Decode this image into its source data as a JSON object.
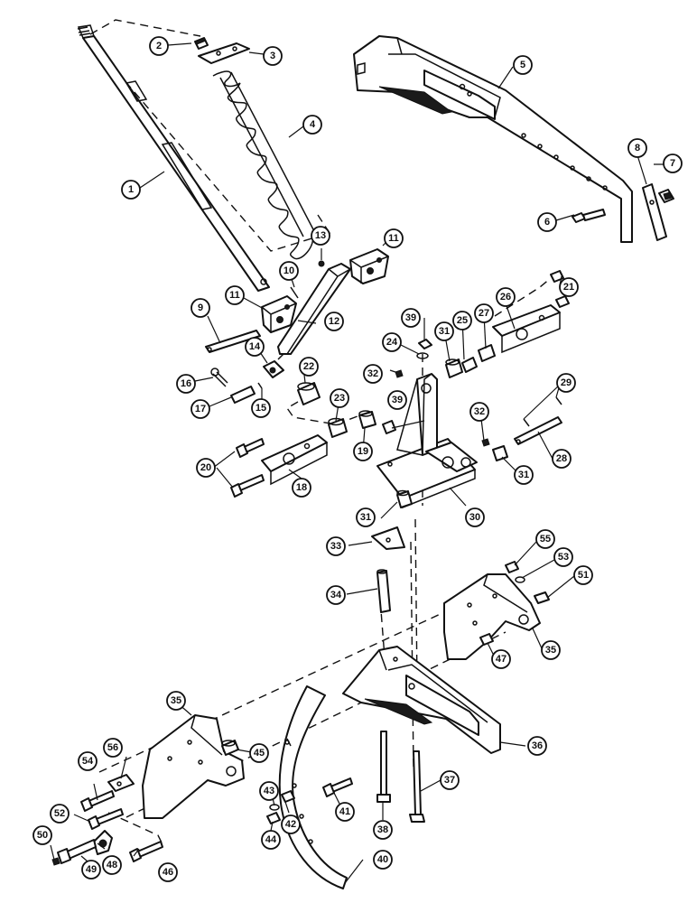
{
  "callouts": {
    "c1": "1",
    "c2": "2",
    "c3": "3",
    "c4": "4",
    "c5": "5",
    "c6": "6",
    "c7": "7",
    "c8": "8",
    "c9": "9",
    "c10": "10",
    "c11a": "11",
    "c11b": "11",
    "c12": "12",
    "c13": "13",
    "c14": "14",
    "c15": "15",
    "c16": "16",
    "c17": "17",
    "c18": "18",
    "c19": "19",
    "c20": "20",
    "c21": "21",
    "c22": "22",
    "c23": "23",
    "c24": "24",
    "c25": "25",
    "c26": "26",
    "c27": "27",
    "c28": "28",
    "c29": "29",
    "c30": "30",
    "c31a": "31",
    "c31b": "31",
    "c31c": "31",
    "c32a": "32",
    "c32b": "32",
    "c33": "33",
    "c34": "34",
    "c35a": "35",
    "c35b": "35",
    "c36": "36",
    "c37": "37",
    "c38": "38",
    "c39a": "39",
    "c39b": "39",
    "c40": "40",
    "c41": "41",
    "c42": "42",
    "c43": "43",
    "c44": "44",
    "c45": "45",
    "c46": "46",
    "c47": "47",
    "c48": "48",
    "c49": "49",
    "c50": "50",
    "c51": "51",
    "c52": "52",
    "c53": "53",
    "c54": "54",
    "c55": "55",
    "c56": "56"
  }
}
